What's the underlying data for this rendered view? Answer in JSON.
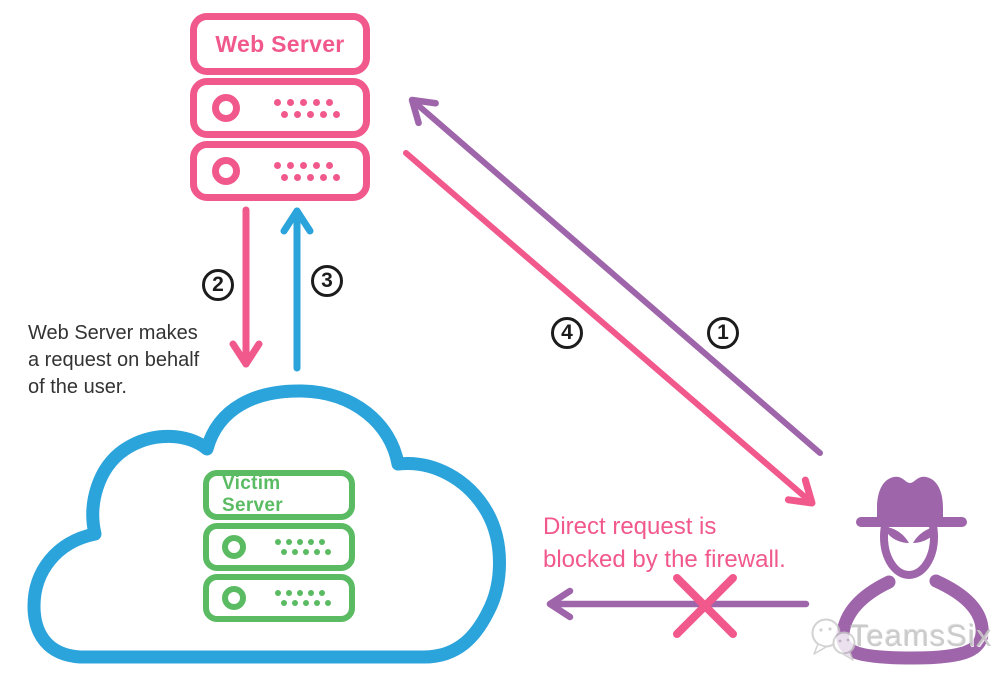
{
  "colors": {
    "pink": "#F1588C",
    "blue": "#2BA3DB",
    "green": "#5ABB62",
    "purple": "#9F65AA",
    "dark": "#1C1C1C",
    "text_dark": "#333333",
    "watermark_gray": "#C7C7C7"
  },
  "web_server": {
    "label": "Web Server"
  },
  "victim_server": {
    "label": "Victim Server"
  },
  "steps": {
    "s1": "1",
    "s2": "2",
    "s3": "3",
    "s4": "4"
  },
  "notes": {
    "web_server_note": {
      "lines": [
        "Web Server makes",
        "a request on behalf",
        "of the user."
      ]
    },
    "firewall_note": {
      "lines": [
        "Direct request is",
        "blocked by the firewall."
      ]
    }
  },
  "watermark": {
    "brand": "TeamsSix"
  }
}
